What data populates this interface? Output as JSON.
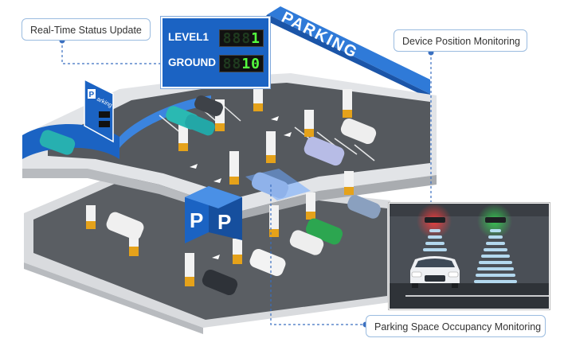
{
  "callouts": {
    "realtime": "Real-Time Status Update",
    "device": "Device Position Monitoring",
    "space": "Parking Space Occupancy Monitoring"
  },
  "display_board": {
    "rows": [
      {
        "label": "LEVEL1",
        "value": "1",
        "ghost": "888"
      },
      {
        "label": "GROUND",
        "value": "10",
        "ghost": "88"
      }
    ]
  },
  "roof_sign": "PARKING",
  "parking_symbol": "P",
  "small_sign": {
    "letter": "P",
    "word": "arking"
  },
  "colors": {
    "brand_blue": "#1b63c3",
    "callout_border": "#9bbce0",
    "led_green": "#54ff3e",
    "occupied_red": "#ff3b3b",
    "free_green": "#34d150",
    "sensor_beam": "#bfe7ff"
  }
}
